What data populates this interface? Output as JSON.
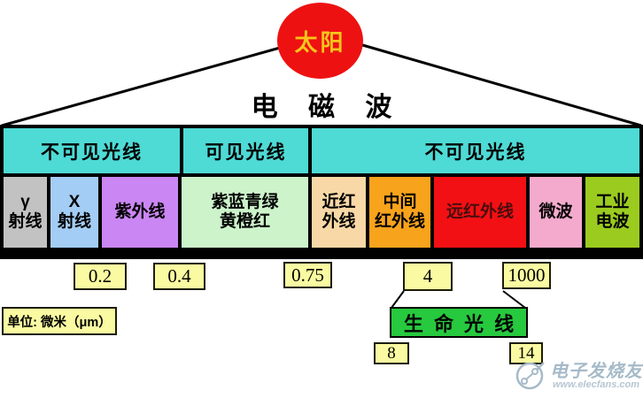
{
  "sun": {
    "label": "太阳"
  },
  "title": "电 磁 波",
  "spectrum": {
    "headers": [
      {
        "label": "不可见光线"
      },
      {
        "label": "可见光线"
      },
      {
        "label": "不可见光线"
      }
    ],
    "bands": [
      {
        "name": "gamma-ray",
        "label": "γ\n射线",
        "color": "#c2c2c2"
      },
      {
        "name": "x-ray",
        "label": "X\n射线",
        "color": "#a3cdf4"
      },
      {
        "name": "ultraviolet",
        "label": "紫外线",
        "color": "#ca86f2"
      },
      {
        "name": "visible-light",
        "label": "紫蓝青绿\n黄橙红",
        "color": "#cdf3cb"
      },
      {
        "name": "near-infrared",
        "label": "近红\n外线",
        "color": "#f8d8a6"
      },
      {
        "name": "mid-infrared",
        "label": "中间\n红外线",
        "color": "#f8a31c"
      },
      {
        "name": "far-infrared",
        "label": "远红外线",
        "color": "#f21014",
        "text_color": "#4a0d0d"
      },
      {
        "name": "microwave",
        "label": "微波",
        "color": "#f3aacd"
      },
      {
        "name": "industrial-wave",
        "label": "工业\n电波",
        "color": "#9bcb1f"
      }
    ]
  },
  "scale": {
    "unit_label": "单位: 微米（μm）",
    "markers": [
      "0.2",
      "0.4",
      "0.75",
      "4",
      "1000"
    ]
  },
  "life_ray": {
    "label": "生 命 光 线",
    "min": "8",
    "max": "14",
    "color": "#27c93e"
  },
  "watermark": {
    "site_name": "电子发烧友",
    "site_url": "www.elecfans.com"
  },
  "colors": {
    "sun_fill": "#ee1111",
    "sun_text": "#f6c51c",
    "header_fill": "#4edad5",
    "marker_fill": "#fafaa2"
  }
}
